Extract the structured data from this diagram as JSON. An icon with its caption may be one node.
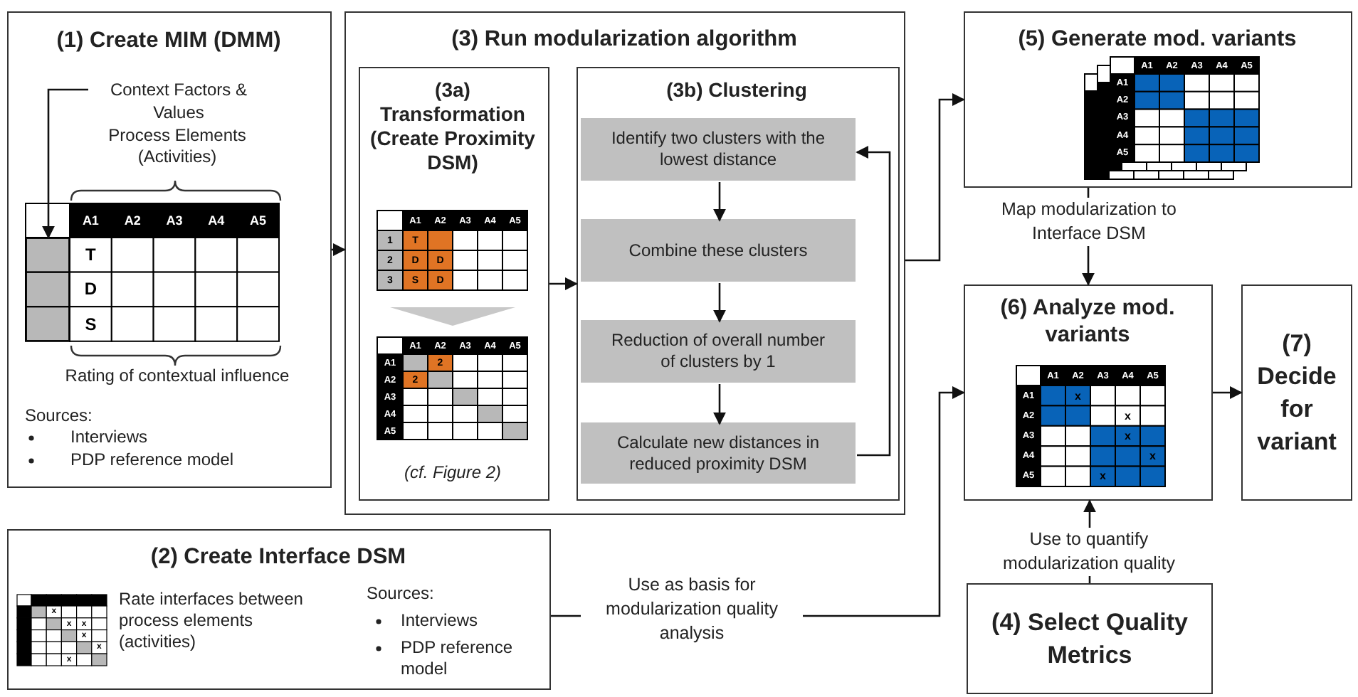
{
  "diagram": {
    "nodes": [
      {
        "text": [
          "(1) Create MIM (DMM)",
          "Process Elements (Activities)",
          "Rating of contextual influence",
          "Sources:",
          "Interviews",
          "PDP reference model"
        ]
      },
      {
        "text": [
          "Context Factors & Values"
        ],
        "in": 0
      },
      {
        "text": [],
        "shape": "box",
        "in": 0
      },
      {
        "text": [
          "(3) Run modularization algorithm"
        ]
      },
      {
        "text": [
          "(3a) Transformation (Create Proximity DSM)",
          "(cf. Figure 2)"
        ],
        "in": 3
      },
      {
        "text": [
          "(3b) Clustering"
        ],
        "in": 3
      },
      {
        "text": [
          "Identify two clusters with the lowest distance"
        ],
        "in": 5
      },
      {
        "text": [
          "Combine these clusters"
        ],
        "in": 5
      },
      {
        "text": [
          "Reduction of overall number of clusters by 1"
        ],
        "in": 5
      },
      {
        "text": [
          "Calculate new distances in reduced proximity DSM"
        ],
        "in": 5
      },
      {
        "text": [
          "(5) Generate mod. variants"
        ]
      },
      {
        "text": [
          "(6) Analyze mod. variants"
        ]
      },
      {
        "text": [
          "(7) Decide for variant"
        ]
      },
      {
        "text": [
          "(2) Create Interface DSM",
          "Rate interfaces between process elements (activities)",
          "Sources:",
          "Interviews",
          "PDP reference model"
        ]
      },
      {
        "text": [
          "(4) Select Quality Metrics"
        ]
      }
    ],
    "edges": [
      {
        "from": 1,
        "to": 2,
        "arrow": "to"
      },
      {
        "from": 0,
        "to": 3,
        "arrow": "to"
      },
      {
        "from": 4,
        "to": 5,
        "arrow": "to"
      },
      {
        "from": 6,
        "to": 7,
        "arrow": "to"
      },
      {
        "from": 7,
        "to": 8,
        "arrow": "to"
      },
      {
        "from": 8,
        "to": 9,
        "arrow": "to"
      },
      {
        "from": 9,
        "to": 6,
        "arrow": "to"
      },
      {
        "from": 3,
        "to": 10,
        "arrow": "to"
      },
      {
        "from": 10,
        "to": 11,
        "arrow": "to",
        "label": "Map modularization to Interface DSM"
      },
      {
        "from": 13,
        "to": 11,
        "arrow": "to",
        "label": "Use as basis for modularization quality analysis"
      },
      {
        "from": 14,
        "to": 11,
        "arrow": "to",
        "label": "Use to quantify modularization quality"
      },
      {
        "from": 11,
        "to": 12,
        "arrow": "to"
      }
    ],
    "labels": [
      "A1",
      "A2",
      "A3",
      "A4",
      "A5",
      "T",
      "D",
      "S",
      "A1",
      "A2",
      "A3",
      "A4",
      "A5",
      "1",
      "T",
      "2",
      "D",
      "D",
      "3",
      "S",
      "D",
      "A1",
      "A2",
      "A3",
      "A4",
      "A5",
      "A1",
      "2",
      "A2",
      "2",
      "A3",
      "A4",
      "A5",
      "A1",
      "A2",
      "A3",
      "A4",
      "A5",
      "A1",
      "A2",
      "A3",
      "A4",
      "A5",
      "A1",
      "A2",
      "A3",
      "A4",
      "A5",
      "A1",
      "x",
      "A2",
      "x",
      "A3",
      "x",
      "A4",
      "x",
      "A5",
      "x",
      "x",
      "x",
      "x",
      "x",
      "x",
      "x"
    ]
  }
}
